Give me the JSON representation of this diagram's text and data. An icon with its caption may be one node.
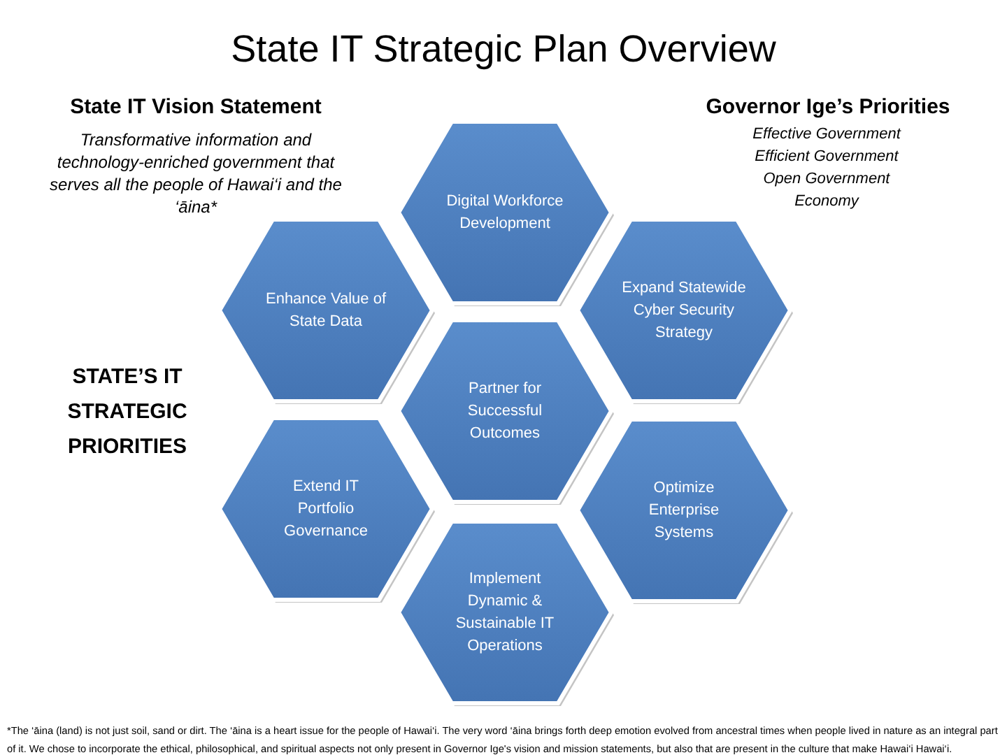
{
  "diagram": {
    "title": "State IT Strategic Plan Overview",
    "nodes": [
      {
        "text": [
          "Digital Workforce Development"
        ]
      },
      {
        "text": [
          "Enhance Value of State Data"
        ]
      },
      {
        "text": [
          "Expand Statewide Cyber Security Strategy"
        ]
      },
      {
        "text": [
          "Partner for Successful Outcomes"
        ]
      },
      {
        "text": [
          "Extend IT Portfolio Governance"
        ]
      },
      {
        "text": [
          "Optimize Enterprise Systems"
        ]
      },
      {
        "text": [
          "Implement Dynamic & Sustainable IT Operations"
        ]
      }
    ],
    "labels": [
      "State IT Vision Statement",
      "Governor Ige’s Priorities",
      "Transformative information and technology-enriched government that serves all the people of Hawai‘i and the ‘āina*",
      "Effective Government",
      "Efficient Government",
      "Open Government",
      "Economy",
      "STATE’S IT STRATEGIC PRIORITIES",
      "*The ‘āina (land) is not just soil, sand or dirt. The ‘āina is a heart issue for the people of Hawai‘i. The very word ‘āina brings forth deep emotion evolved from ancestral times when people lived in nature as an integral part of it. We chose to incorporate the ethical, philosophical, and spiritual aspects not only present in Governor Ige's vision and mission statements, but also that are present in the culture that make Hawai‘i Hawai‘i."
    ]
  }
}
